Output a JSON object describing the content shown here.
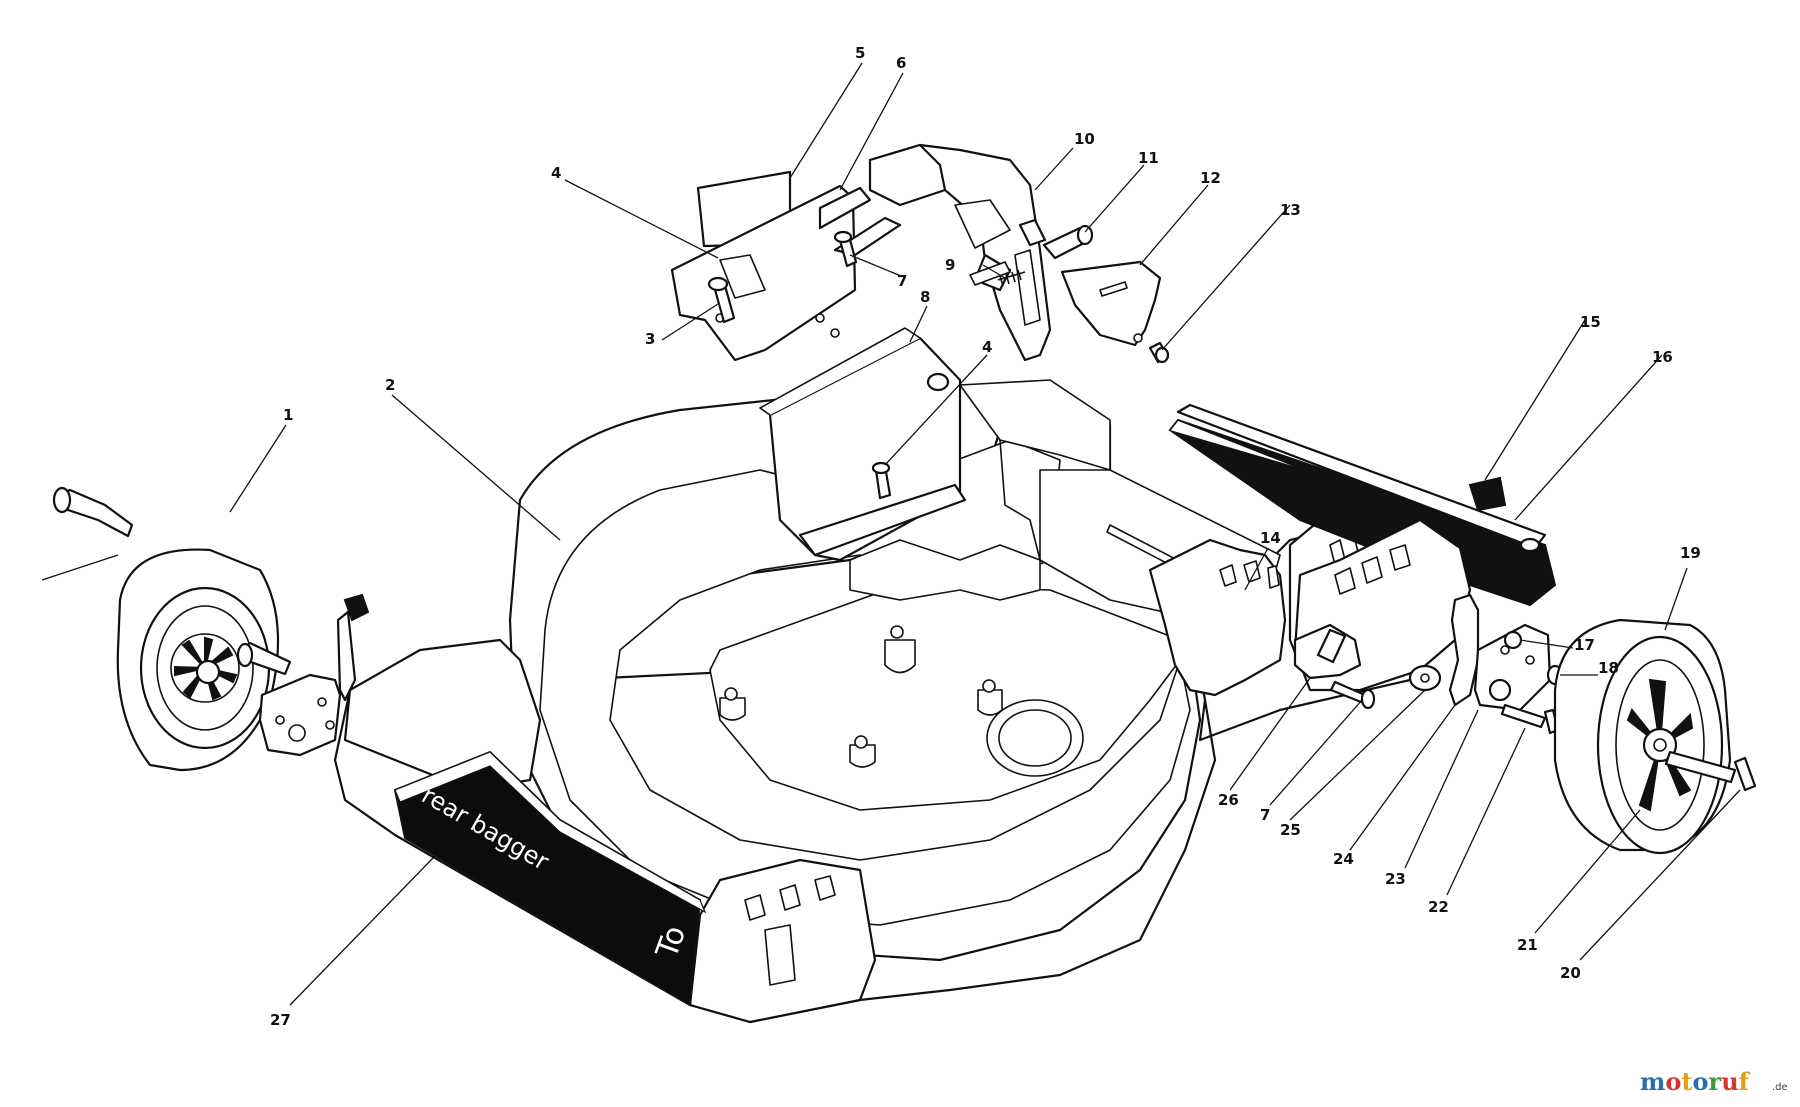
{
  "diagram": {
    "callouts": [
      "1",
      "2",
      "3",
      "4",
      "5",
      "6",
      "7",
      "8",
      "9",
      "10",
      "11",
      "12",
      "13",
      "14",
      "15",
      "16",
      "17",
      "18",
      "19",
      "20",
      "21",
      "22",
      "23",
      "24",
      "25",
      "26",
      "27",
      "4",
      "7"
    ],
    "decal_text": "rear bagger",
    "decal_logo": "To"
  },
  "watermark": {
    "letters": [
      "m",
      "o",
      "t",
      "o",
      "r",
      "u",
      "f"
    ],
    "colors": [
      "#2a6db5",
      "#d8342c",
      "#e59d1c",
      "#2a6db5",
      "#3a9a3e",
      "#d8342c",
      "#e59d1c"
    ],
    "suffix": ".de"
  }
}
